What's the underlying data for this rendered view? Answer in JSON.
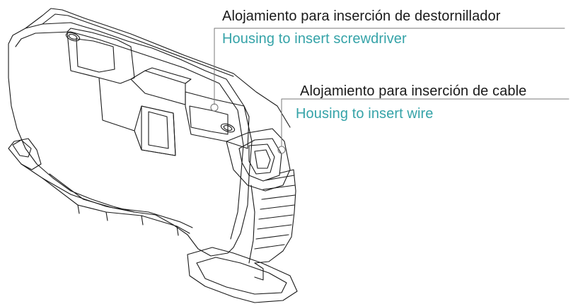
{
  "callouts": {
    "screwdriver": {
      "label_es": "Alojamiento para inserción de destornillador",
      "label_en": "Housing to insert screwdriver"
    },
    "wire": {
      "label_es": "Alojamiento para inserción de cable",
      "label_en": "Housing to insert wire"
    }
  },
  "colors": {
    "line_art": "#1a1a1a",
    "english_text": "#35a3a8",
    "leader_line": "#7a7a7a",
    "background": "#ffffff"
  }
}
